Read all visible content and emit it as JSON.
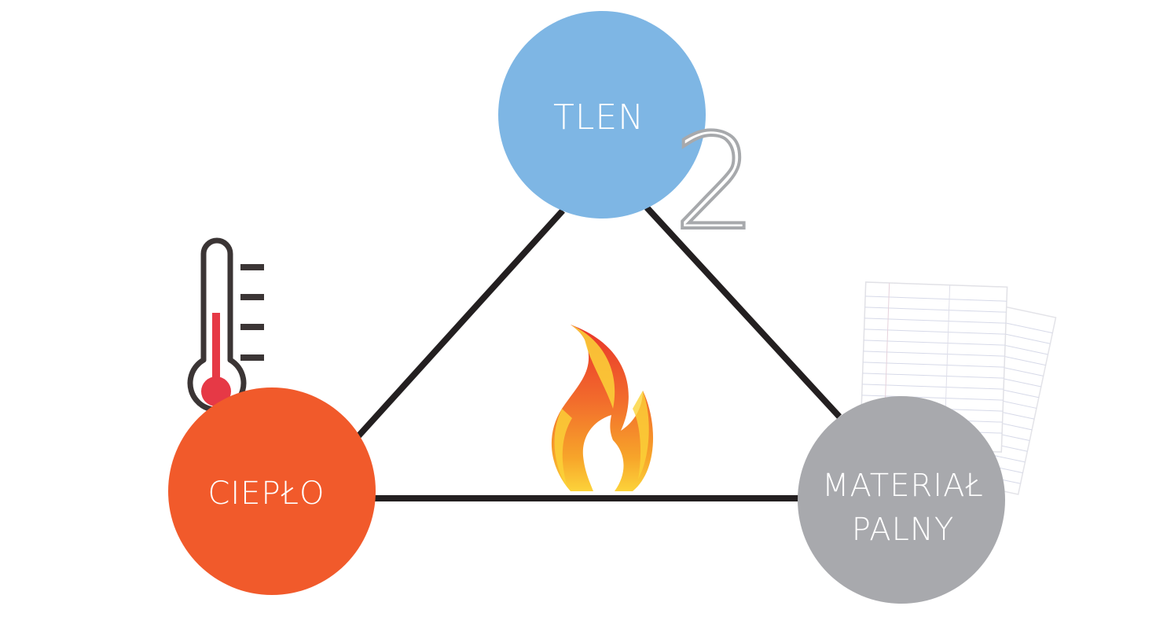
{
  "diagram": {
    "nodes": {
      "top": {
        "label": "TLEN",
        "subscript": "2",
        "color": "#7eb6e4"
      },
      "left": {
        "label": "CIEPŁO",
        "color": "#f15a2b"
      },
      "right": {
        "label_line1": "MATERIAŁ",
        "label_line2": "PALNY",
        "color": "#a8a9ad"
      }
    },
    "edge_color": "#231f20",
    "icons": {
      "center": "flame-icon",
      "heat": "thermometer-icon",
      "fuel": "paper-sheets-icon"
    },
    "icon_colors": {
      "flame_red": "#e63b2e",
      "flame_orange": "#f7941d",
      "flame_yellow": "#fbd338",
      "thermo_outline": "#3b3535",
      "thermo_fill": "#e63946"
    }
  }
}
